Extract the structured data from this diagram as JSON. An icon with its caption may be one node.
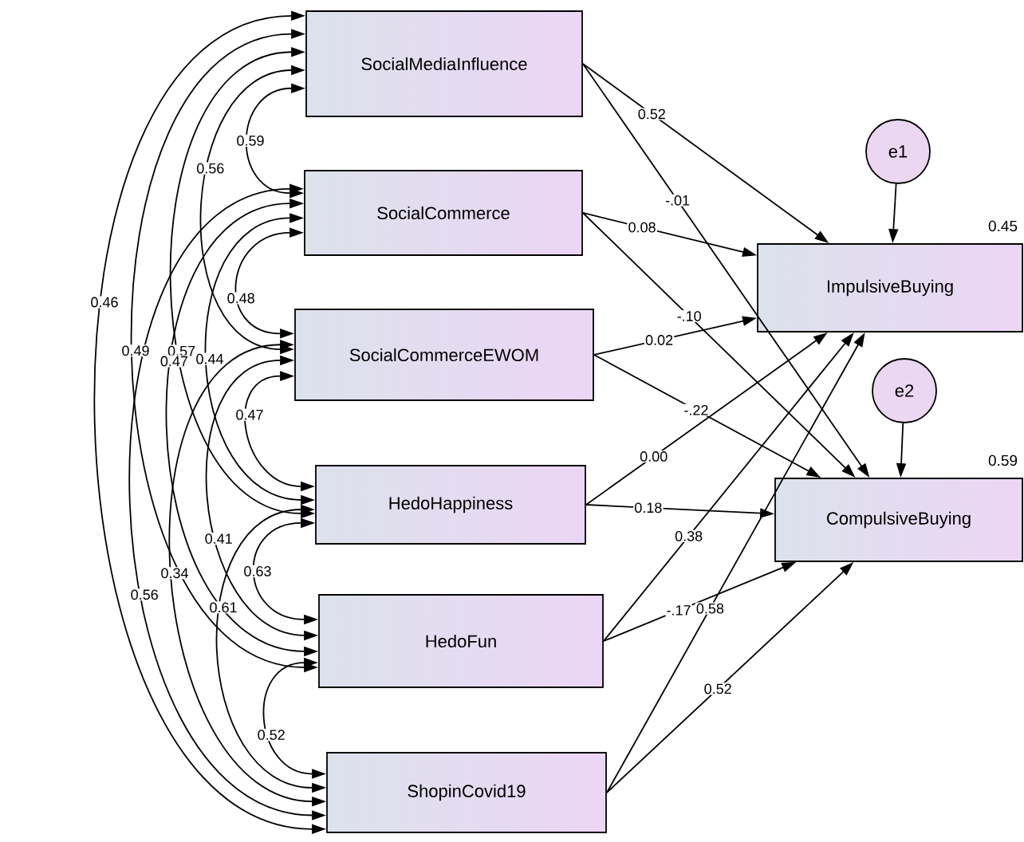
{
  "diagram": {
    "nodes": [
      {
        "text": [
          "SocialMediaInfluence"
        ]
      },
      {
        "text": [
          "SocialCommerce"
        ]
      },
      {
        "text": [
          "SocialCommerceEWOM"
        ]
      },
      {
        "text": [
          "HedoHappiness"
        ]
      },
      {
        "text": [
          "HedoFun"
        ]
      },
      {
        "text": [
          "ShopinCovid19"
        ]
      },
      {
        "text": [
          "ImpulsiveBuying"
        ],
        "beside": [
          "0.45"
        ]
      },
      {
        "text": [
          "CompulsiveBuying"
        ],
        "beside": [
          "0.59"
        ]
      },
      {
        "text": [
          "e1"
        ]
      },
      {
        "text": [
          "e2"
        ]
      }
    ],
    "edges": [
      {
        "from": 0,
        "to": 1,
        "arrow": "both",
        "label": "0.59"
      },
      {
        "from": 0,
        "to": 2,
        "arrow": "both",
        "label": "0.56"
      },
      {
        "from": 1,
        "to": 2,
        "arrow": "both",
        "label": "0.48"
      },
      {
        "from": 0,
        "to": 3,
        "arrow": "both",
        "label": "0.57"
      },
      {
        "from": 1,
        "to": 3,
        "arrow": "both",
        "label": "0.44"
      },
      {
        "from": 0,
        "to": 4,
        "arrow": "both",
        "label": "0.49"
      },
      {
        "from": 2,
        "to": 3,
        "arrow": "both",
        "label": "0.47"
      },
      {
        "from": 1,
        "to": 4,
        "arrow": "both",
        "label": "0.47"
      },
      {
        "from": 0,
        "to": 5,
        "arrow": "both",
        "label": "0.46"
      },
      {
        "from": 1,
        "to": 5,
        "arrow": "both",
        "label": "0.56"
      },
      {
        "from": 2,
        "to": 4,
        "arrow": "both",
        "label": "0.41"
      },
      {
        "from": 3,
        "to": 4,
        "arrow": "both",
        "label": "0.63"
      },
      {
        "from": 2,
        "to": 5,
        "arrow": "both",
        "label": "0.34"
      },
      {
        "from": 3,
        "to": 5,
        "arrow": "both",
        "label": "0.61"
      },
      {
        "from": 4,
        "to": 5,
        "arrow": "both",
        "label": "0.52"
      },
      {
        "from": 0,
        "to": 6,
        "arrow": "to",
        "label": "0.52"
      },
      {
        "from": 0,
        "to": 7,
        "arrow": "to",
        "label": "-.01"
      },
      {
        "from": 1,
        "to": 6,
        "arrow": "to",
        "label": "0.08"
      },
      {
        "from": 1,
        "to": 7,
        "arrow": "to",
        "label": "-.10"
      },
      {
        "from": 2,
        "to": 6,
        "arrow": "to",
        "label": "0.02"
      },
      {
        "from": 2,
        "to": 7,
        "arrow": "to",
        "label": "-.22"
      },
      {
        "from": 3,
        "to": 6,
        "arrow": "to",
        "label": "0.00"
      },
      {
        "from": 3,
        "to": 7,
        "arrow": "to",
        "label": "0.18"
      },
      {
        "from": 4,
        "to": 6,
        "arrow": "to",
        "label": "0.38"
      },
      {
        "from": 5,
        "to": 6,
        "arrow": "to",
        "label": "0.58"
      },
      {
        "from": 4,
        "to": 7,
        "arrow": "to",
        "label": "-.17"
      },
      {
        "from": 5,
        "to": 7,
        "arrow": "to",
        "label": "0.52"
      },
      {
        "from": 8,
        "to": 6,
        "arrow": "to"
      },
      {
        "from": 9,
        "to": 7,
        "arrow": "to"
      }
    ]
  }
}
